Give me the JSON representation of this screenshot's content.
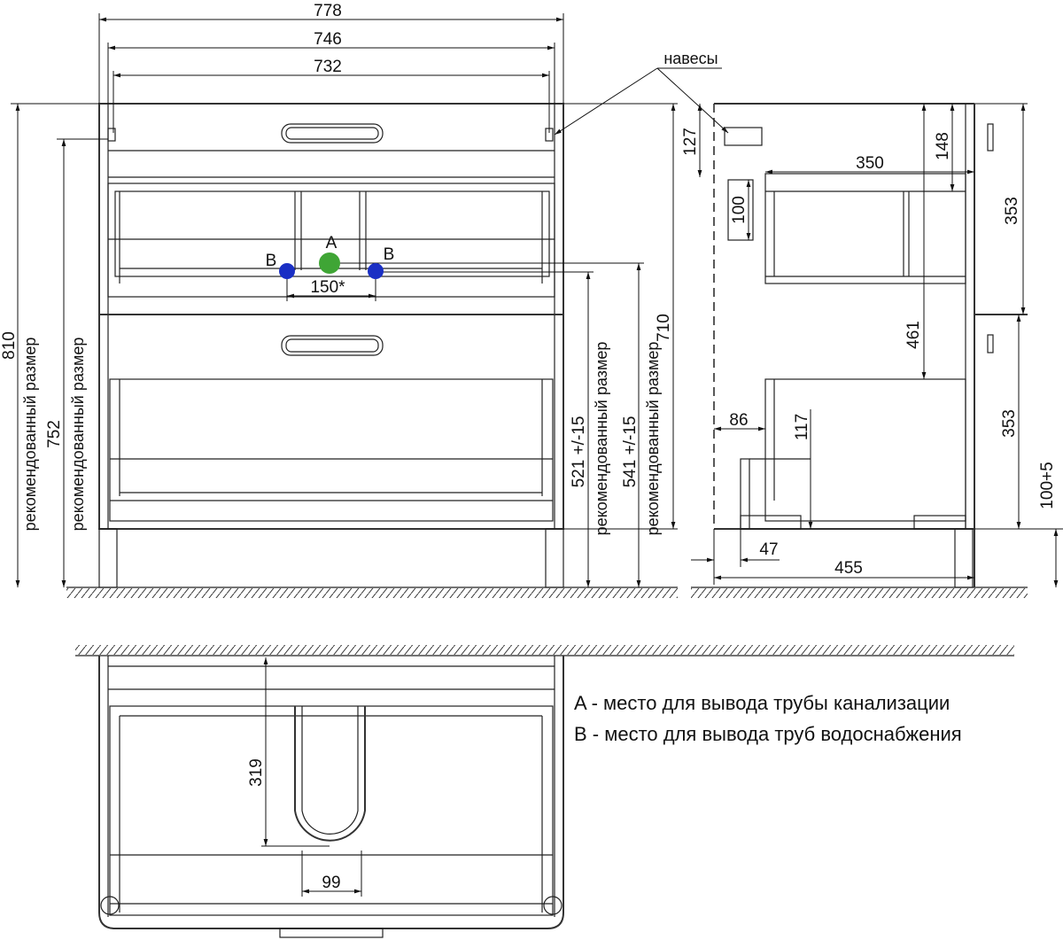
{
  "front": {
    "width_778": "778",
    "width_746": "746",
    "width_732": "732",
    "height_810": "810",
    "height_752": "752",
    "recommended_label": "рекомендованный размер",
    "dim_710": "710",
    "dim_521": "521 +/-15",
    "dim_541": "541 +/-15",
    "dim_150": "150*",
    "point_a": "A",
    "point_b": "B",
    "hinges_label": "навесы"
  },
  "side": {
    "dim_127": "127",
    "dim_148": "148",
    "dim_350": "350",
    "dim_353_top": "353",
    "dim_100": "100",
    "dim_461": "461",
    "dim_86": "86",
    "dim_117": "117",
    "dim_353_bottom": "353",
    "dim_100_5": "100+5",
    "dim_47": "47",
    "dim_455": "455"
  },
  "plan": {
    "dim_319": "319",
    "dim_99": "99"
  },
  "legend": {
    "a": "A - место для вывода трубы канализации",
    "b": "B - место для вывода труб водоснабжения"
  },
  "colors": {
    "point_a": "#3fa535",
    "point_b": "#1a2fc4"
  }
}
